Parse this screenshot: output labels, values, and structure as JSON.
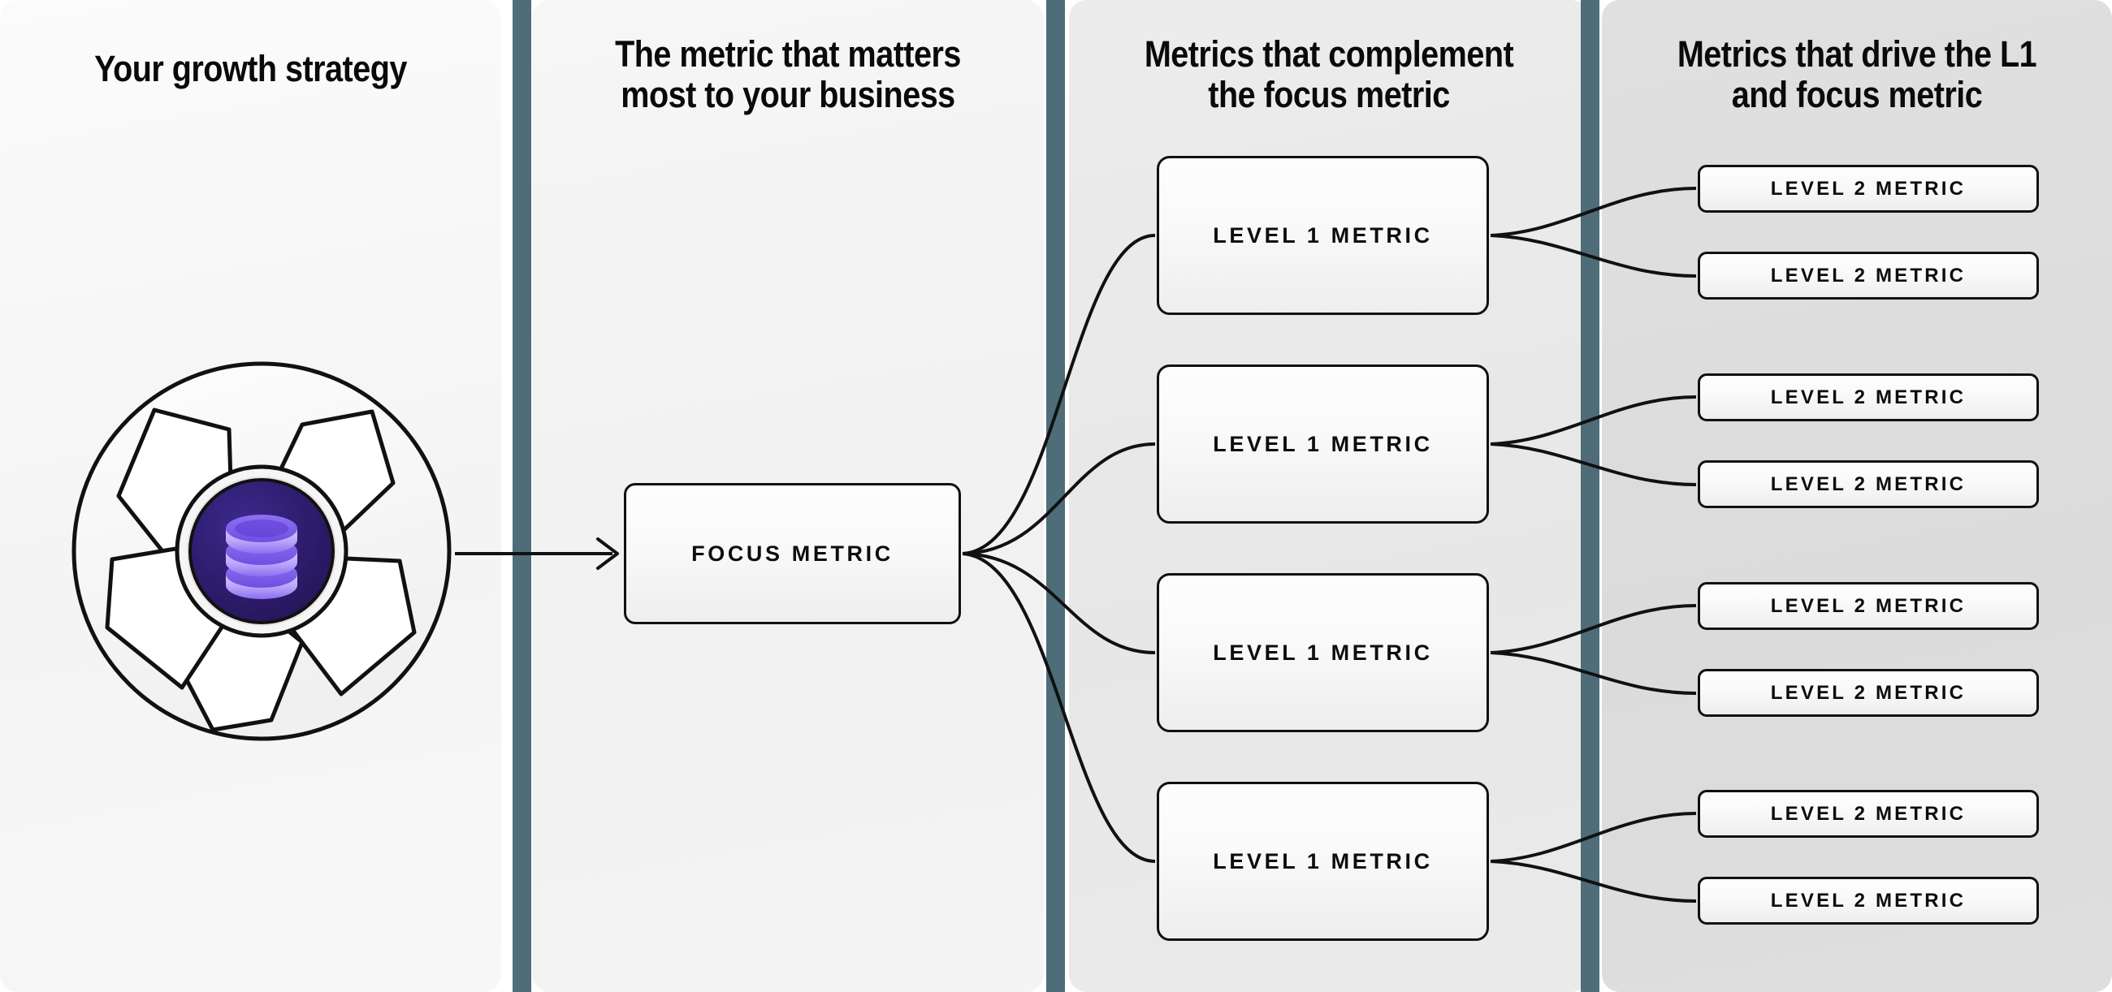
{
  "columns": [
    {
      "id": "growth-strategy",
      "title": "Your growth strategy"
    },
    {
      "id": "focus-metric",
      "title": "The metric that matters most to your business"
    },
    {
      "id": "complement-metrics",
      "title": "Metrics that complement the focus metric"
    },
    {
      "id": "driver-metrics",
      "title": "Metrics that drive the L1 and focus metric"
    }
  ],
  "illustration": {
    "name": "aperture-database-icon",
    "description": "pinwheel aperture circle with database icon in center",
    "outer_circle_color": "#f7f7f7",
    "outer_stroke_color": "#111111",
    "inner_circle_color": "#2e1d6e",
    "database_color": "#7c5ce8",
    "database_highlight": "#c6b8fb"
  },
  "nodes": {
    "focus": {
      "label": "FOCUS METRIC"
    },
    "level1": [
      {
        "label": "LEVEL 1 METRIC"
      },
      {
        "label": "LEVEL 1 METRIC"
      },
      {
        "label": "LEVEL 1 METRIC"
      },
      {
        "label": "LEVEL 1 METRIC"
      }
    ],
    "level2": [
      {
        "label": "LEVEL 2 METRIC"
      },
      {
        "label": "LEVEL 2 METRIC"
      },
      {
        "label": "LEVEL 2 METRIC"
      },
      {
        "label": "LEVEL 2 METRIC"
      },
      {
        "label": "LEVEL 2 METRIC"
      },
      {
        "label": "LEVEL 2 METRIC"
      },
      {
        "label": "LEVEL 2 METRIC"
      },
      {
        "label": "LEVEL 2 METRIC"
      }
    ]
  },
  "colors": {
    "separator": "#4e6d78",
    "panel_1_bg": "#f7f7f7",
    "panel_2_bg": "#f2f2f2",
    "panel_3_bg": "#e9e9e9",
    "panel_4_bg": "#dcdcdc",
    "node_border": "#111111",
    "connector": "#111111",
    "text": "#0a0a0a"
  }
}
